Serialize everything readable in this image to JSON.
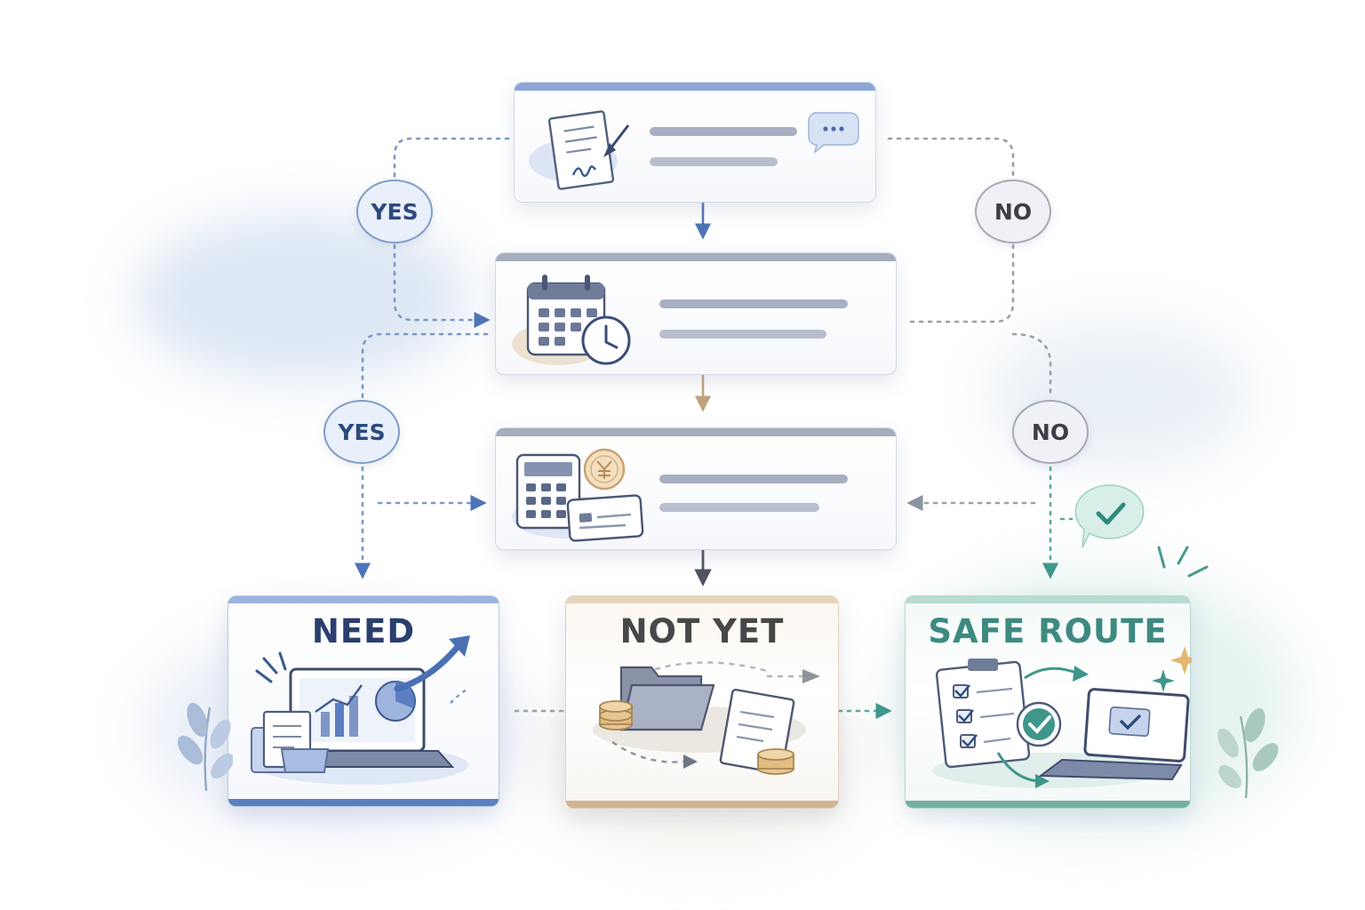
{
  "branches": {
    "yes_top": "YES",
    "yes_mid": "YES",
    "no_top": "NO",
    "no_mid": "NO"
  },
  "outcomes": {
    "need": {
      "title": "NEED",
      "color": "#5b7fc0",
      "text_color": "#2b3f6e"
    },
    "not_yet": {
      "title": "NOT YET",
      "color": "#d1b490",
      "text_color": "#474747"
    },
    "safe_route": {
      "title": "SAFE ROUTE",
      "color": "#76b0a4",
      "text_color": "#3e8a80"
    }
  },
  "steps": [
    {
      "icon": "signed-document-icon",
      "accent": "#8aa4d4"
    },
    {
      "icon": "calendar-clock-icon",
      "accent": "#9aa2b4"
    },
    {
      "icon": "calculator-coin-card-icon",
      "accent": "#9aa2b4"
    }
  ],
  "colors": {
    "blue": "#5b7fc0",
    "tan": "#c5a47e",
    "teal": "#4a9a8e",
    "gray": "#9aa0aa"
  }
}
